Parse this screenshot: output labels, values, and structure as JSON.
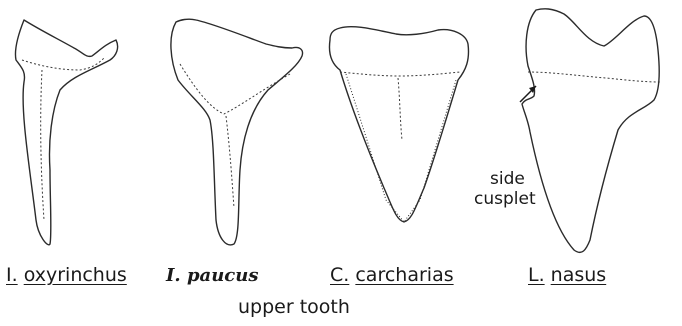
{
  "teeth": [
    {
      "genus_abbr": "I.",
      "species": "oxyrinchus",
      "style": "underlined"
    },
    {
      "genus_abbr": "I.",
      "species": "paucus",
      "style": "bold-italic"
    },
    {
      "genus_abbr": "C.",
      "species": "carcharias",
      "style": "underlined"
    },
    {
      "genus_abbr": "L.",
      "species": "nasus",
      "style": "underlined"
    }
  ],
  "caption": "upper tooth",
  "annotation": {
    "line1": "side",
    "line2": "cusplet"
  }
}
